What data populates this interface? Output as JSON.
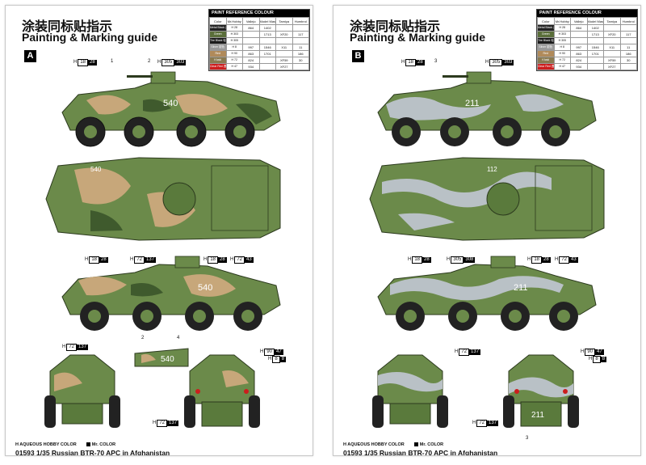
{
  "pages": [
    {
      "title_cn": "涂装同标贴指示",
      "title_en": "Painting & Marking guide",
      "badge": "A",
      "codes": {
        "side_a": [
          "H",
          "18",
          "28"
        ],
        "side_b": [
          "H",
          "305",
          "303"
        ],
        "top_a": [
          "H",
          "18",
          "28"
        ],
        "top_b": [
          "H",
          "72",
          "137"
        ],
        "top_c": [
          "H",
          "18",
          "28"
        ],
        "top_d": [
          "H",
          "72",
          "43"
        ],
        "front": [
          "H",
          "72",
          "137"
        ],
        "rear_a": [
          "H",
          "90",
          "47"
        ],
        "rear_b": [
          "H",
          "8",
          "8"
        ],
        "bottom": [
          "H",
          "72",
          "137"
        ]
      },
      "callouts": {
        "side1": "1",
        "side2": "2",
        "mid2": "2",
        "mid4": "4"
      },
      "side_number": "540",
      "top_number": "540",
      "detail_number": "540",
      "footer": "01593 1/35 Russian BTR-70 APC in Afghanistan"
    },
    {
      "title_cn": "涂装同标贴指示",
      "title_en": "Painting & Marking guide",
      "badge": "B",
      "codes": {
        "side_a": [
          "H",
          "18",
          "28"
        ],
        "side_b": [
          "H",
          "305",
          "303"
        ],
        "top_a": [
          "H",
          "18",
          "28"
        ],
        "top_b": [
          "H",
          "305",
          "308"
        ],
        "top_c": [
          "H",
          "18",
          "28"
        ],
        "top_d": [
          "H",
          "72",
          "43"
        ],
        "front": [
          "H",
          "72",
          "137"
        ],
        "rear_a": [
          "H",
          "90",
          "47"
        ],
        "rear_b": [
          "H",
          "8",
          "8"
        ],
        "bottom": [
          "H",
          "72",
          "137"
        ]
      },
      "callouts": {
        "side1": "3",
        "side2": "",
        "mid2": "",
        "mid4": "3"
      },
      "side_number": "211",
      "top_number": "112",
      "detail_number": "211",
      "footer": "01593 1/35 Russian BTR-70 APC in Afghanistan"
    }
  ],
  "reference": {
    "header": "PAINT REFERENCE COLOUR",
    "columns": [
      "Color",
      "Mr.Hobby",
      "Vallejo",
      "Model Master",
      "Tamiya",
      "Humbrol"
    ],
    "rows": [
      {
        "color": "Metal Black 金属黑色",
        "code": "H",
        "num": "28",
        "vallejo": "864",
        "mm": "1402",
        "tamiya": "",
        "humbrol": "",
        "swatch": "#222222"
      },
      {
        "color": "Green",
        "code": "H",
        "num": "303",
        "vallejo": "",
        "mm": "1713",
        "tamiya": "XF20",
        "humbrol": "117",
        "swatch": "#5a6e3a"
      },
      {
        "color": "Tire Black 轮胎黑色",
        "code": "H",
        "num": "305",
        "vallejo": "",
        "mm": "",
        "tamiya": "",
        "humbrol": "",
        "swatch": "#1c1c1c"
      },
      {
        "color": "Silver 银色",
        "code": "H",
        "num": "8",
        "vallejo": "997",
        "mm": "1546",
        "tamiya": "X11",
        "humbrol": "11",
        "swatch": "#9a9a9a"
      },
      {
        "color": "Red",
        "code": "H",
        "num": "90",
        "vallejo": "863",
        "mm": "1701",
        "tamiya": "",
        "humbrol": "186",
        "swatch": "#b08a5a"
      },
      {
        "color": "Khaki",
        "code": "H",
        "num": "72",
        "vallejo": "824",
        "mm": "",
        "tamiya": "XF59",
        "humbrol": "30",
        "swatch": "#8a7a50"
      },
      {
        "color": "Clear Red 透明红色",
        "code": "H",
        "num": "47",
        "vallejo": "934",
        "mm": "",
        "tamiya": "XF27",
        "humbrol": "",
        "swatch": "#cc1d1d"
      }
    ]
  },
  "legend": {
    "aqueous": "H  AQUEOUS HOBBY COLOR",
    "mr": "Mr. COLOR"
  },
  "colors": {
    "green": "#6b8a4a",
    "dark_green": "#3f5a2d",
    "sand": "#c7a77a",
    "grey": "#b9c1c6"
  }
}
